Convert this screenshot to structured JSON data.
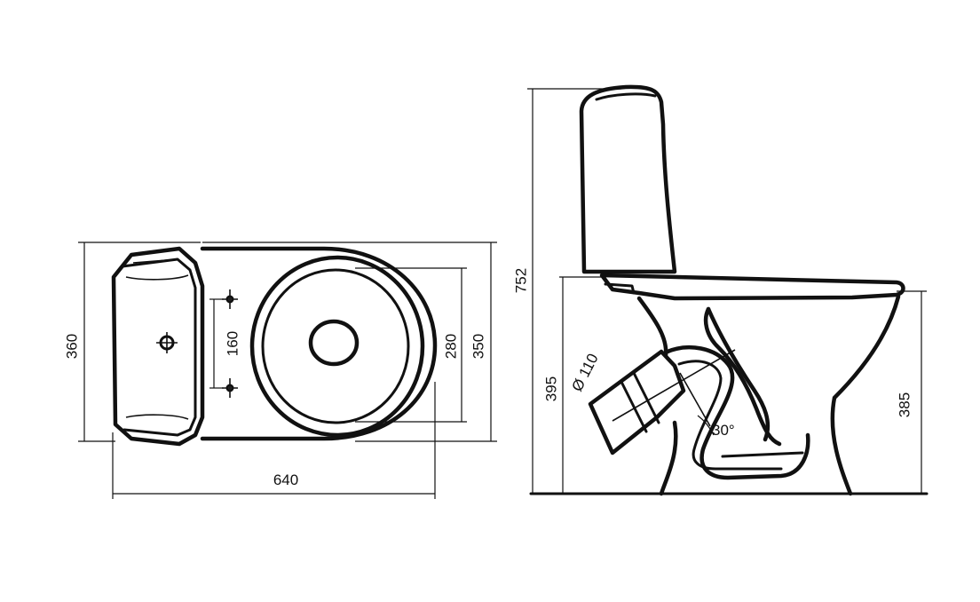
{
  "top_view": {
    "dims": {
      "width_total": "360",
      "length_total": "640",
      "fixing_spacing": "160",
      "seat_inner_width": "280",
      "bowl_width": "350"
    }
  },
  "side_view": {
    "dims": {
      "height_total": "752",
      "outlet_height": "395",
      "seat_height": "385",
      "outlet_diameter": "Ø 110",
      "outlet_angle": "30°"
    }
  }
}
